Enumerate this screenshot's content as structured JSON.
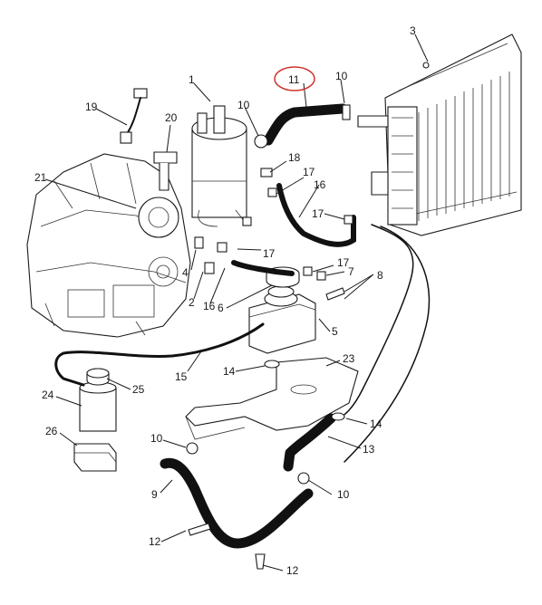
{
  "callouts": [
    "1",
    "2",
    "3",
    "4",
    "5",
    "6",
    "7",
    "8",
    "9",
    "10",
    "10",
    "10",
    "10",
    "11",
    "12",
    "12",
    "13",
    "14",
    "14",
    "15",
    "16",
    "16",
    "17",
    "17",
    "17",
    "17",
    "18",
    "19",
    "20",
    "21",
    "23",
    "24",
    "25",
    "26"
  ],
  "colors": {
    "ink": "#1a1a1a",
    "highlight": "#d0342c"
  }
}
